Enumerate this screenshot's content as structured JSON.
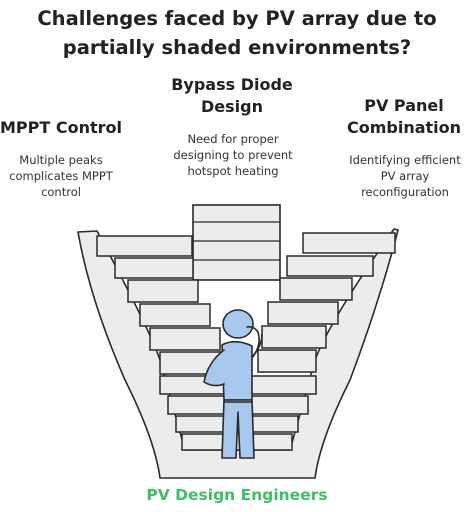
{
  "title": {
    "line1": "Challenges faced by PV array due to",
    "line2": "partially shaded environments?"
  },
  "challenges": [
    {
      "heading": [
        "MPPT Control"
      ],
      "description": [
        "Multiple peaks",
        "complicates MPPT",
        "control"
      ]
    },
    {
      "heading": [
        "Bypass Diode",
        "Design"
      ],
      "description": [
        "Need for proper",
        "designing to prevent",
        "hotspot heating"
      ]
    },
    {
      "heading": [
        "PV Panel",
        "Combination"
      ],
      "description": [
        "Identifying efficient",
        "PV array",
        "reconfiguration"
      ]
    }
  ],
  "footer": {
    "label": "PV Design Engineers"
  },
  "colors": {
    "stairs_fill": "#ececec",
    "stairs_stroke": "#2a2a2a",
    "person_fill": "#a9c8ef",
    "footer_text": "#3fbf6a"
  },
  "icons": {
    "person": "person-thinking-icon"
  }
}
